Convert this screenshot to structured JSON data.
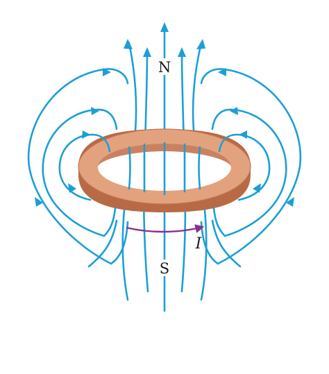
{
  "labels": {
    "north": "N",
    "south": "S",
    "current": "I"
  },
  "colors": {
    "field_line": "#1b9fd6",
    "ring_top": "#e3a27e",
    "ring_edge": "#b86a45",
    "ring_hole": "#c98260",
    "current_arrow": "#8a2e8f",
    "background": "#ffffff"
  },
  "icons": {
    "field_arrow": "arrowhead-icon",
    "current_arrow": "curved-arrow-icon"
  }
}
